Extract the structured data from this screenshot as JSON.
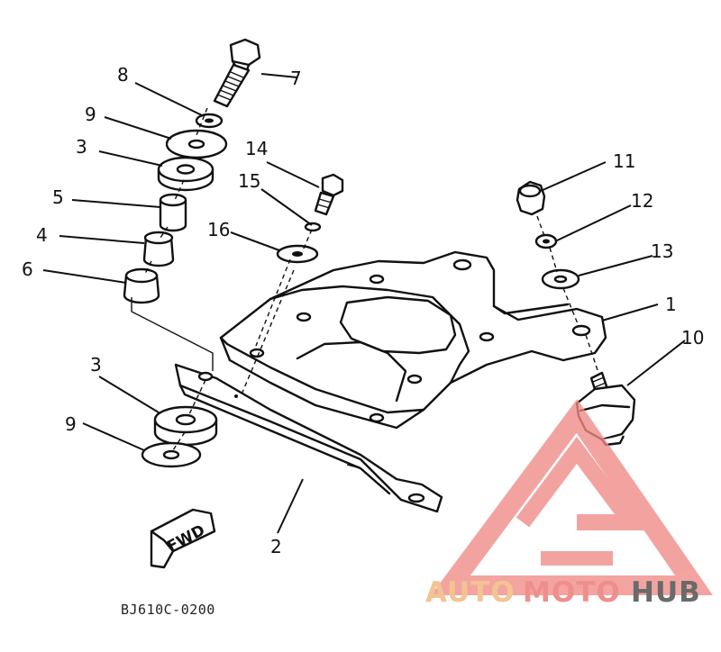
{
  "diagram": {
    "callouts": {
      "c1": "1",
      "c2": "2",
      "c3a": "3",
      "c3b": "3",
      "c4": "4",
      "c5": "5",
      "c6": "6",
      "c7": "7",
      "c8": "8",
      "c9a": "9",
      "c9b": "9",
      "c10": "10",
      "c11": "11",
      "c12": "12",
      "c13": "13",
      "c14": "14",
      "c15": "15",
      "c16": "16"
    },
    "fwd_label": "FWD",
    "drawing_code": "BJ610C-0200"
  },
  "watermark": {
    "brand_part1": "AUTO",
    "brand_part2": "MOTO",
    "brand_part3": "HUB",
    "colors": {
      "auto": "#f3c493",
      "moto": "#ee8f8b",
      "hub": "#6a6a6a",
      "logo": "#ef8a86"
    }
  }
}
